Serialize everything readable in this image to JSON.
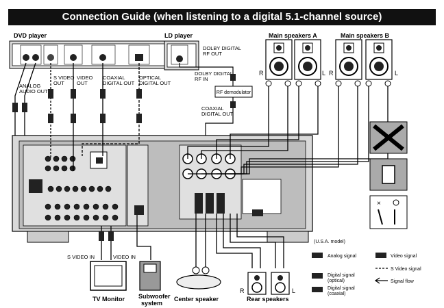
{
  "title": "Connection Guide (when listening to a digital 5.1-channel source)",
  "devices": {
    "dvd_player": "DVD player",
    "ld_player": "LD player",
    "main_speakers_a": "Main speakers A",
    "main_speakers_b": "Main speakers B",
    "tv_monitor": "TV Monitor",
    "subwoofer_line1": "Subwoofer",
    "subwoofer_line2": "system",
    "center_speaker": "Center speaker",
    "rear_speakers": "Rear speakers",
    "rf_demodulator": "RF demodulator"
  },
  "jack_labels": {
    "analog_audio_out_1": "ANALOG",
    "analog_audio_out_2": "AUDIO OUT",
    "s_video_out_1": "S VIDEO",
    "s_video_out_2": "OUT",
    "video_out_1": "VIDEO",
    "video_out_2": "OUT",
    "coaxial_out_1": "COAXIAL",
    "coaxial_out_2": "DIGITAL OUT",
    "optical_out_1": "OPTICAL",
    "optical_out_2": "DIGITAL OUT",
    "dolby_rf_out_1": "DOLBY DIGITAL",
    "dolby_rf_out_2": "RF OUT",
    "dolby_rf_in_1": "DOLBY DIGITAL",
    "dolby_rf_in_2": "RF IN",
    "coaxial_digital_out_1": "COAXIAL",
    "coaxial_digital_out_2": "DIGITAL OUT",
    "s_video_in": "S VIDEO IN",
    "video_in": "VIDEO IN"
  },
  "channel_marks": {
    "r": "R",
    "l": "L"
  },
  "model_note": "(U.S.A. model)",
  "legend": {
    "analog_signal": "Analog signal",
    "video_signal": "Video signal",
    "s_video_signal": "S Video signal",
    "digital_optical_1": "Digital signal",
    "digital_optical_2": "(optical)",
    "digital_coaxial_1": "Digital signal",
    "digital_coaxial_2": "(coaxial)",
    "signal_flow": "Signal flow"
  },
  "icons": [
    "cross-icon",
    "circle-icon"
  ]
}
